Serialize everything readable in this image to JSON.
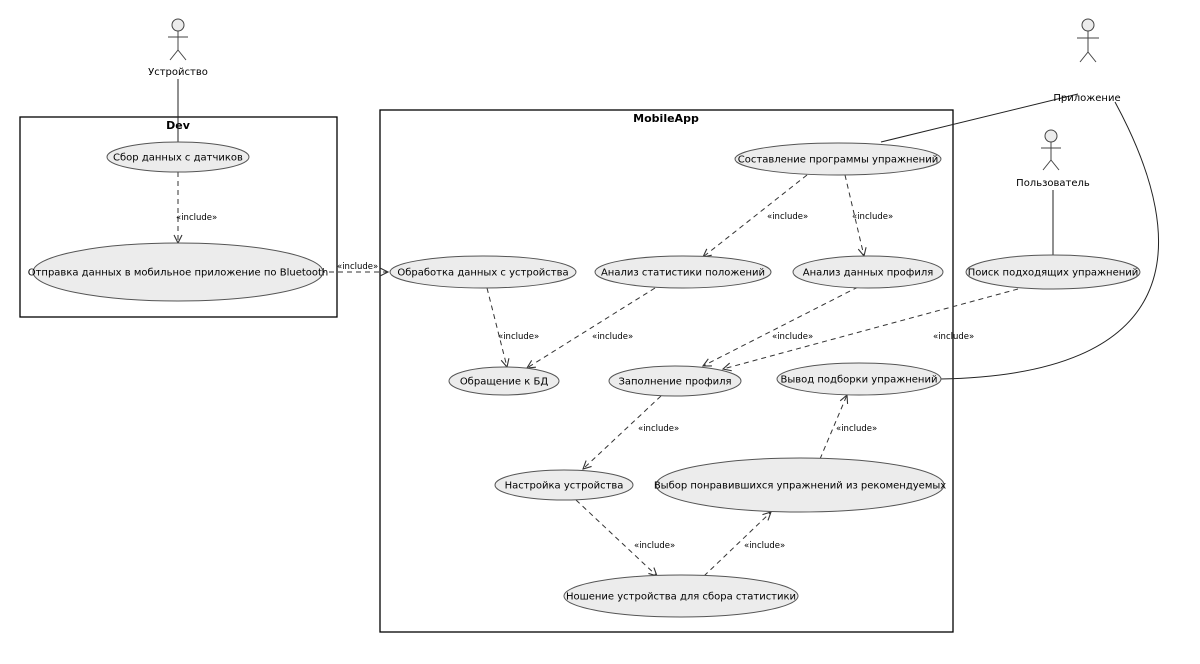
{
  "boundaries": {
    "dev": {
      "title": "Dev"
    },
    "mobileapp": {
      "title": "MobileApp"
    }
  },
  "actors": {
    "device": {
      "label": "Устройство"
    },
    "app": {
      "label": "Приложение"
    },
    "user": {
      "label": "Пользователь"
    }
  },
  "usecases": {
    "sensors": {
      "label": "Сбор данных с датчиков"
    },
    "bluetooth": {
      "label": "Отправка данных в мобильное приложение по Bluetooth"
    },
    "processing": {
      "label": "Обработка данных с устройства"
    },
    "db": {
      "label": "Обращение к БД"
    },
    "program": {
      "label": "Составление программы упражнений"
    },
    "stats": {
      "label": "Анализ статистики положений"
    },
    "profile_analysis": {
      "label": "Анализ данных профиля"
    },
    "search": {
      "label": "Поиск подходящих упражнений"
    },
    "fill_profile": {
      "label": "Заполнение профиля"
    },
    "output": {
      "label": "Вывод подборки упражнений"
    },
    "setup": {
      "label": "Настройка устройства"
    },
    "choose": {
      "label": "Выбор понравившихся упражнений из рекомендуемых"
    },
    "wearing": {
      "label": "Ношение устройства для сбора статистики"
    }
  },
  "include_label": "«include»"
}
